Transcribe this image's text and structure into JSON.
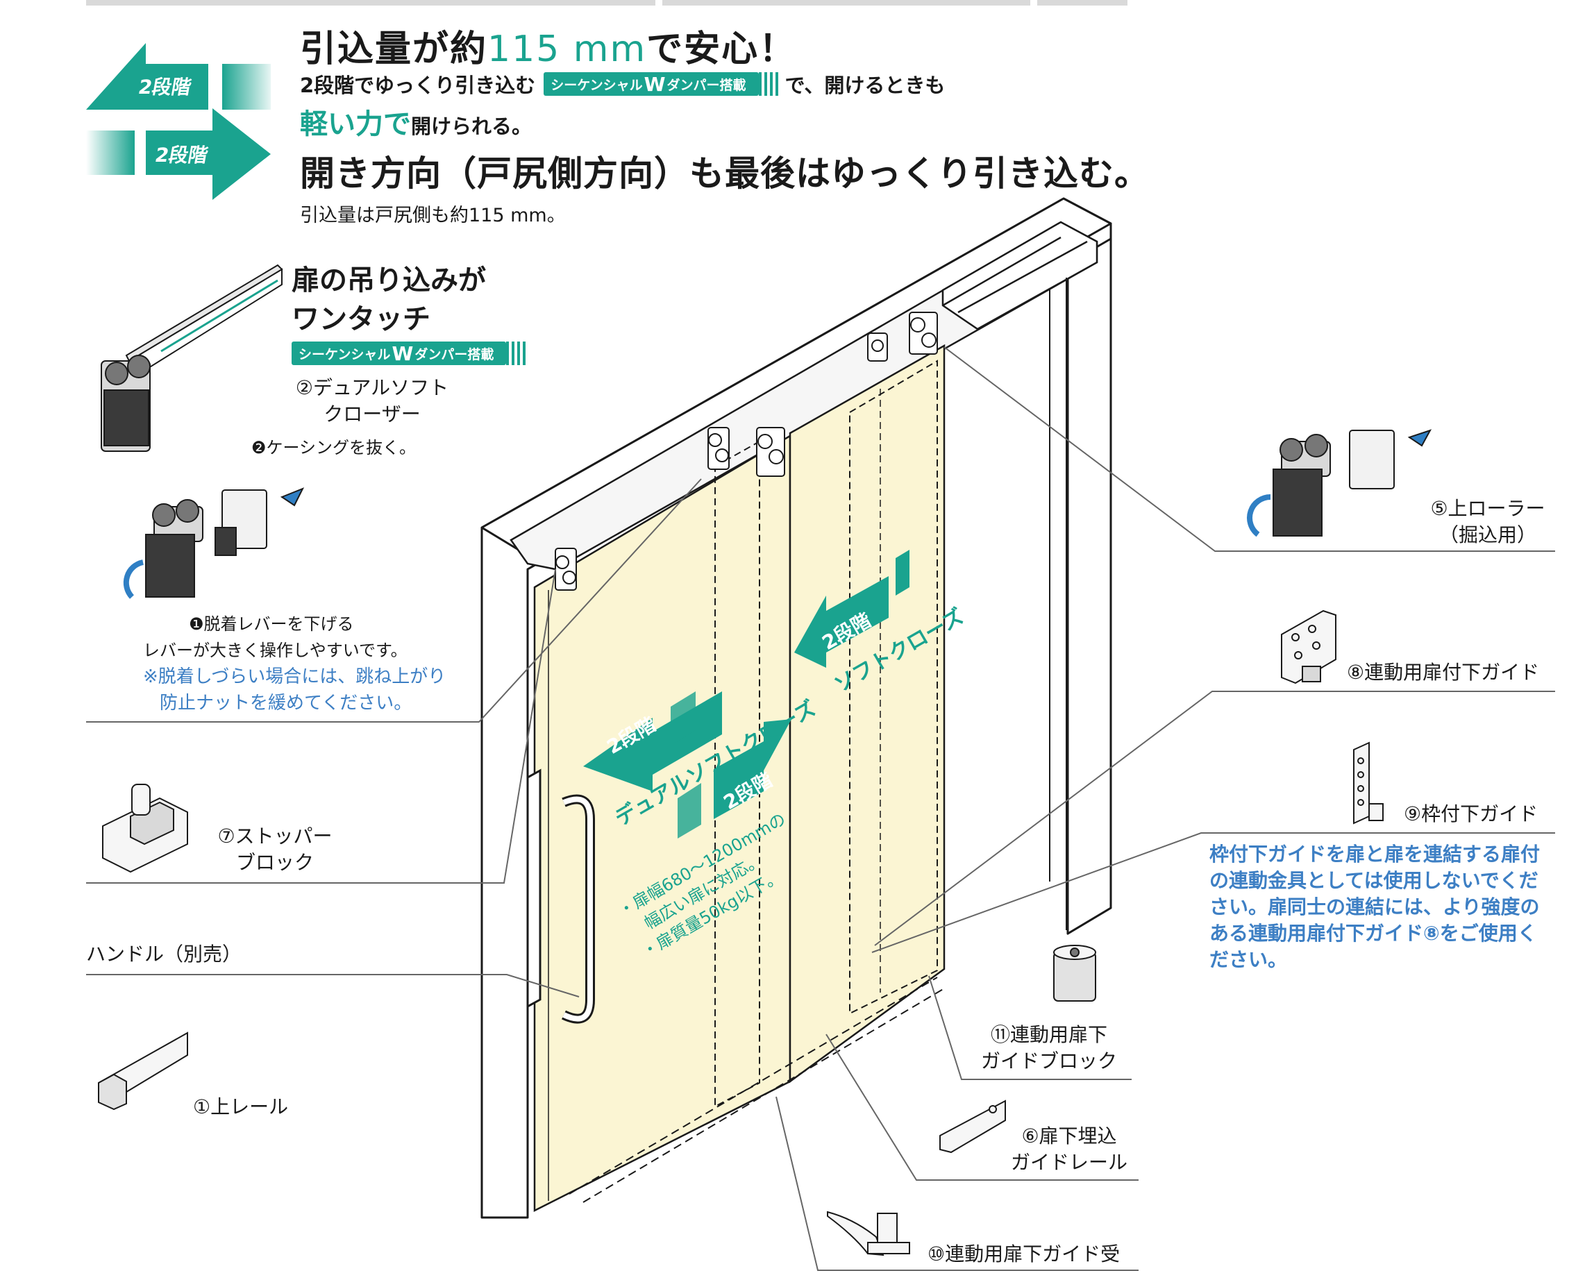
{
  "header": {
    "title_pre": "引込量が約",
    "title_num": "115 mm",
    "title_post": "で安心！",
    "line2_pre": "2段階でゆっくり引き込む",
    "line2_post": "で、開けるときも",
    "line3_strong": "軽い力で",
    "line3_post": "開けられる。",
    "heading2": "開き方向（戸尻側方向）も最後はゆっくり引き込む。",
    "subline": "引込量は戸尻側も約115 mm。"
  },
  "badge": {
    "pre": "シーケンシャル",
    "w": "W",
    "post": "ダンパー搭載"
  },
  "arrows": {
    "label_top": "2段階",
    "label_bottom": "2段階"
  },
  "one_touch": {
    "line1": "扉の吊り込みが",
    "line2": "ワンタッチ"
  },
  "parts": {
    "p2_line1": "②デュアルソフト",
    "p2_line2": "クローザー",
    "step2": "❷ケーシングを抜く。",
    "step1": "❶脱着レバーを下げる",
    "step1_desc": "レバーが大きく操作しやすいです。",
    "step1_note1": "※脱着しづらい場合には、跳ね上がり",
    "step1_note2": "防止ナットを緩めてください。",
    "p7_line1": "⑦ストッパー",
    "p7_line2": "ブロック",
    "handle": "ハンドル（別売）",
    "p1": "①上レール",
    "p5_line1": "⑤上ローラー",
    "p5_line2": "（掘込用）",
    "p8": "⑧連動用扉付下ガイド",
    "p9": "⑨枠付下ガイド",
    "p9_note": "枠付下ガイドを扉と扉を連結する扉付の連動金具としては使用しないでください。扉同士の連結には、より強度のある連動用扉付下ガイド⑧をご使用ください。",
    "p11_line1": "⑪連動用扉下",
    "p11_line2": "ガイドブロック",
    "p6_line1": "⑥扉下埋込",
    "p6_line2": "ガイドレール",
    "p10": "⑩連動用扉下ガイド受"
  },
  "door_text": {
    "left_arrow": "2段階",
    "dual": "デュアルソフトクローズ",
    "right_arrow": "2段階",
    "right_soft_arrow": "2段階",
    "soft": "ソフトクローズ",
    "spec1": "・扉幅680～1200mmの",
    "spec2": "　幅広い扉に対応。",
    "spec3": "・扉質量50kg以下。"
  },
  "colors": {
    "teal": "#1aa38f",
    "door": "#fbf5d3",
    "note_blue": "#3d7fc4"
  }
}
